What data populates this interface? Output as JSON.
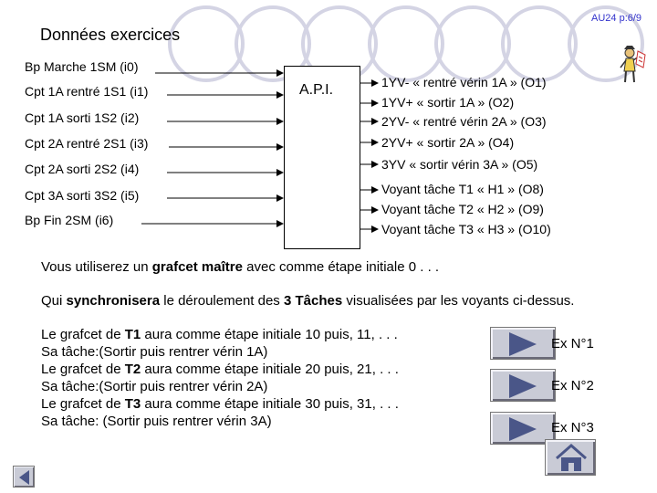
{
  "header": {
    "page_ref": "AU24 p:6/9",
    "title": "Données exercices"
  },
  "inputs": [
    "Bp Marche 1SM (i0)",
    "Cpt 1A rentré 1S1 (i1)",
    "Cpt 1A sorti   1S2 (i2)",
    "Cpt 2A rentré 2S1 (i3)",
    "Cpt 2A sorti   2S2 (i4)",
    "Cpt 3A sorti   3S2 (i5)",
    "Bp Fin    2SM (i6)"
  ],
  "api_label": "A.P.I.",
  "outputs": [
    "1YV- « rentré vérin 1A » (O1)",
    "1YV+ « sortir 1A » (O2)",
    "2YV- « rentré vérin 2A » (O3)",
    "2YV+ « sortir 2A » (O4)",
    "3YV « sortir vérin 3A » (O5)",
    "Voyant tâche T1 « H1 » (O8)",
    "Voyant tâche T2 « H2 » (O9)",
    "Voyant tâche T3 « H3 » (O10)"
  ],
  "paragraph1": {
    "a": "Vous utiliserez un ",
    "b": "grafcet maître",
    "c": " avec comme étape initiale 0 . . ."
  },
  "paragraph2": {
    "a": "Qui ",
    "b": "synchronisera",
    "c": " le déroulement des ",
    "d": "3 Tâches",
    "e": " visualisées par les voyants ci-dessus."
  },
  "tasks": [
    {
      "pre": "Le grafcet de ",
      "name": "T1",
      "post": " aura comme étape initiale 10 puis, 11, . . .",
      "desc": "Sa tâche:(Sortir puis rentrer vérin 1A)"
    },
    {
      "pre": "Le grafcet de ",
      "name": "T2",
      "post": " aura comme étape initiale 20 puis, 21, . . .",
      "desc": "Sa tâche:(Sortir puis rentrer vérin 2A)"
    },
    {
      "pre": "Le grafcet de ",
      "name": "T3",
      "post": " aura comme étape initiale 30 puis, 31, . . .",
      "desc": "Sa tâche: (Sortir puis rentrer vérin 3A)"
    }
  ],
  "exercise_buttons": [
    "Ex N°1",
    "Ex N°2",
    "Ex N°3"
  ],
  "icons": {
    "play": "play-triangle-icon",
    "home": "home-icon",
    "back": "back-arrow-icon",
    "clipart": "character-clipart-icon"
  },
  "colors": {
    "page_ref": "#3333cc",
    "circle": "#d4d4e4",
    "button": "#c9cbd6",
    "triangle": "#4a5688"
  }
}
